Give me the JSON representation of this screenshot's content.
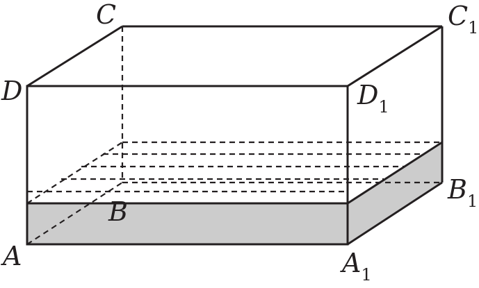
{
  "colors": {
    "stroke": "#231f20",
    "water_fill": "#cccccc",
    "background": "#ffffff"
  },
  "vertices": {
    "A": {
      "letter": "A",
      "sub": ""
    },
    "B": {
      "letter": "B",
      "sub": ""
    },
    "C": {
      "letter": "C",
      "sub": ""
    },
    "D": {
      "letter": "D",
      "sub": ""
    },
    "A1": {
      "letter": "A",
      "sub": "1"
    },
    "B1": {
      "letter": "B",
      "sub": "1"
    },
    "C1": {
      "letter": "C",
      "sub": "1"
    },
    "D1": {
      "letter": "D",
      "sub": "1"
    }
  }
}
